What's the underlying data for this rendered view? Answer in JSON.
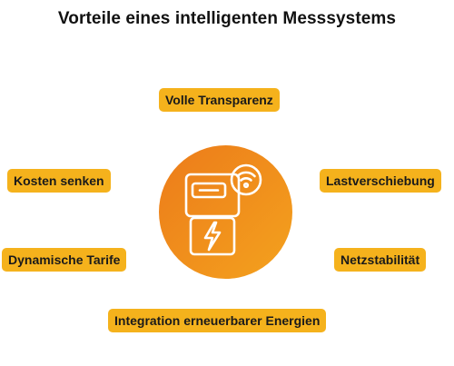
{
  "title": "Vorteile eines intelligenten Messsystems",
  "colors": {
    "pill_background": "#f5b21c",
    "circle_gradient_start": "#ec7b1a",
    "circle_gradient_end": "#f4a21e",
    "icon_stroke": "#ffffff",
    "text": "#1a1a1a"
  },
  "center_icon": "smart-meter-icon",
  "benefits": {
    "top": "Volle Transparenz",
    "left_upper": "Kosten senken",
    "right_upper": "Lastverschiebung",
    "left_lower": "Dynamische Tarife",
    "right_lower": "Netzstabilität",
    "bottom": "Integration erneuerbarer Energien"
  }
}
